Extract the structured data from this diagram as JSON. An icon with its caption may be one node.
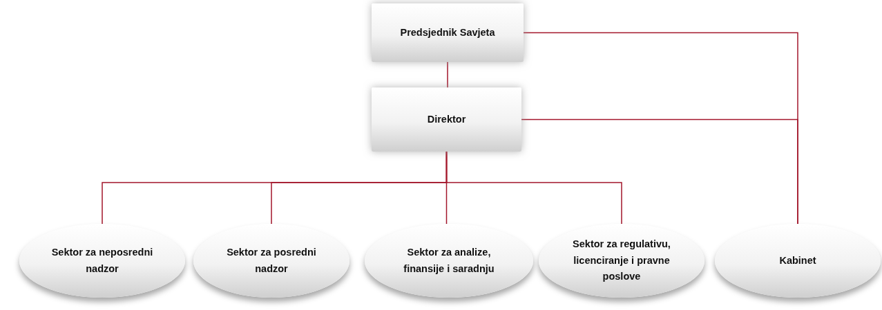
{
  "diagram": {
    "nodes": [
      {
        "text": [
          "Predsjednik Savjeta"
        ]
      },
      {
        "text": [
          "Direktor"
        ]
      },
      {
        "text": [
          "Sektor za neposredni nadzor"
        ]
      },
      {
        "text": [
          "Sektor za posredni nadzor"
        ]
      },
      {
        "text": [
          "Sektor za analize, finansije i saradnju"
        ]
      },
      {
        "text": [
          "Sektor za regulativu, licenciranje i pravne poslove"
        ]
      },
      {
        "text": [
          "Kabinet"
        ]
      }
    ],
    "edges": [
      {
        "from": 0,
        "to": 1,
        "arrow": "none"
      },
      {
        "from": 1,
        "to": 2,
        "arrow": "none"
      },
      {
        "from": 1,
        "to": 3,
        "arrow": "none"
      },
      {
        "from": 1,
        "to": 4,
        "arrow": "none"
      },
      {
        "from": 1,
        "to": 5,
        "arrow": "none"
      },
      {
        "from": 0,
        "to": 6,
        "arrow": "none"
      },
      {
        "from": 1,
        "to": 6,
        "arrow": "none"
      }
    ]
  }
}
